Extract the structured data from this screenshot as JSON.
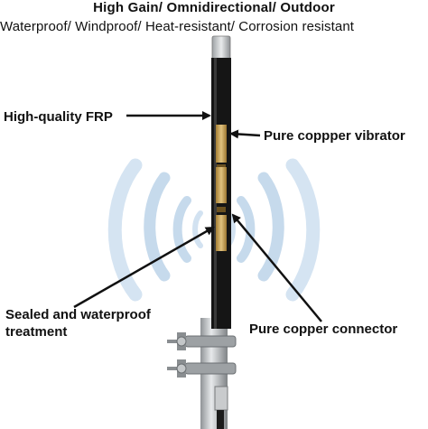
{
  "header": {
    "title": "High Gain/ Omnidirectional/ Outdoor",
    "features": "Waterproof/ Windproof/ Heat-resistant/ Corrosion resistant"
  },
  "callouts": {
    "frp": "High-quality FRP",
    "vibrator": "Pure coppper vibrator",
    "sealed_line1": "Sealed and waterproof",
    "sealed_line2": "treatment",
    "connector": "Pure copper connector"
  },
  "colors": {
    "antenna_body": "#141414",
    "copper": "#c9a45a",
    "signal_wave": "#b9d3ea",
    "mast": "#b9bcc0"
  },
  "icons": [
    "signal-wave-icon",
    "antenna-illustration"
  ]
}
